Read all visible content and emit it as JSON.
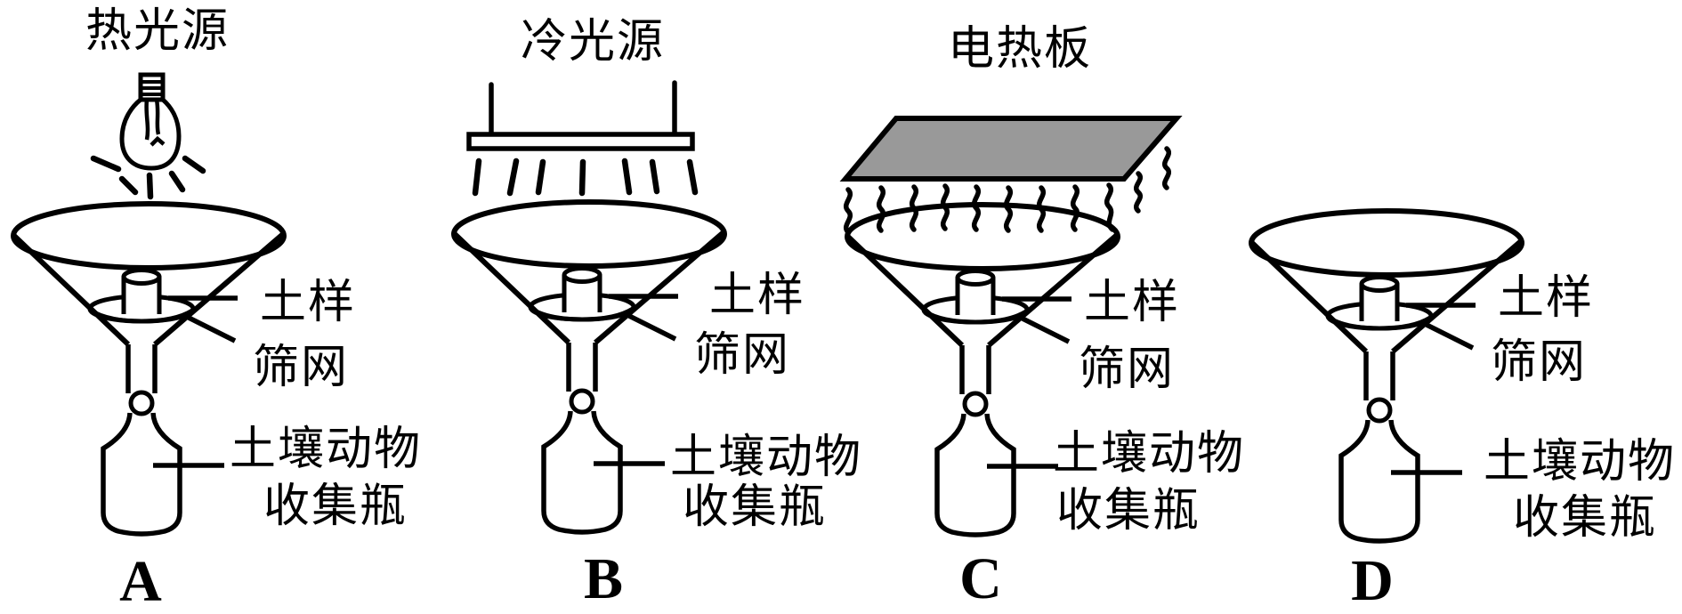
{
  "figure": {
    "description_labels": {
      "soil_sample": "土样",
      "sieve": "筛网",
      "collector_line1": "土壤动物",
      "collector_line2": "收集瓶"
    },
    "panels": [
      {
        "letter": "A",
        "source_label": "热光源",
        "source_icon": "incandescent-bulb-icon"
      },
      {
        "letter": "B",
        "source_label": "冷光源",
        "source_icon": "cold-light-panel-icon"
      },
      {
        "letter": "C",
        "source_label": "电热板",
        "source_icon": "electric-heating-plate-icon"
      },
      {
        "letter": "D",
        "source_label": "",
        "source_icon": "none"
      }
    ],
    "colors": {
      "line": "#000000",
      "plate_fill": "#999999",
      "background": "#ffffff"
    }
  }
}
